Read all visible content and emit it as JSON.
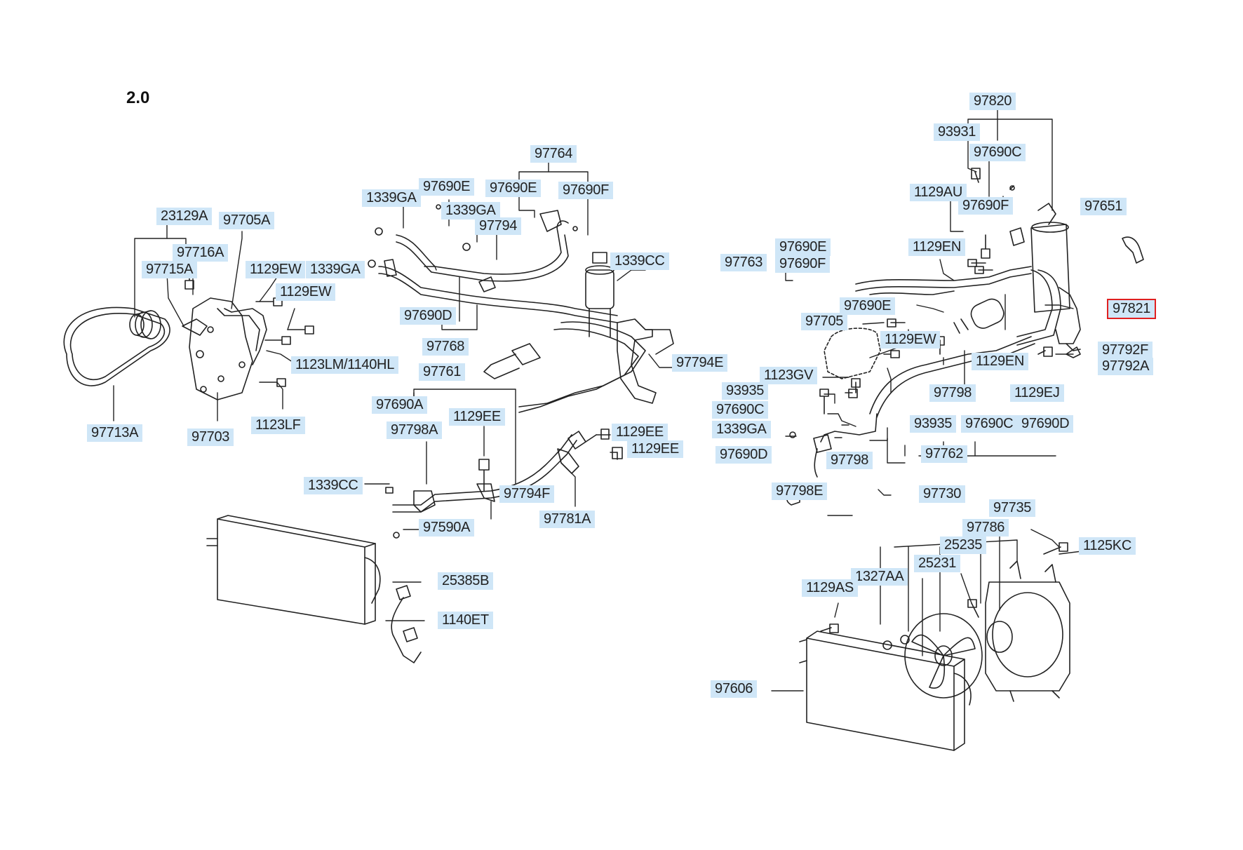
{
  "diagram": {
    "header": "2.0",
    "selected_part": "97821",
    "colors": {
      "label_bg": "#cfe6f7",
      "highlight": "#e02020",
      "line": "#222222"
    },
    "labels": [
      "23129A",
      "97705A",
      "97716A",
      "97715A",
      "1129EW",
      "1129EW",
      "1123LM/1140HL",
      "97713A",
      "97703",
      "1123LF",
      "97764",
      "1339GA",
      "97690E",
      "1339GA",
      "97690E",
      "97690F",
      "97794",
      "1339GA",
      "1339CC",
      "97690D",
      "97768",
      "97794E",
      "97761",
      "97690A",
      "97798A",
      "1129EE",
      "1129EE",
      "1129EE",
      "1339CC",
      "97794F",
      "97590A",
      "97781A",
      "25385B",
      "1140ET",
      "97820",
      "93931",
      "97690C",
      "1129AU",
      "97690F",
      "97651",
      "1129EN",
      "97763",
      "97690E",
      "97690F",
      "97690E",
      "97821",
      "97705",
      "1129EW",
      "1129EN",
      "97792F",
      "97792A",
      "1123GV",
      "93935",
      "97798",
      "1129EJ",
      "97690C",
      "1339GA",
      "93935",
      "97690C",
      "97690D",
      "97762",
      "97690D",
      "97798",
      "97798E",
      "97730",
      "97735",
      "97786",
      "25235",
      "1125KC",
      "25231",
      "1327AA",
      "1129AS",
      "97606"
    ]
  }
}
